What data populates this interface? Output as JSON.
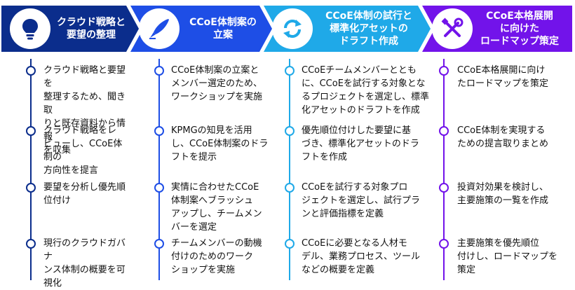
{
  "phases": [
    {
      "title": "クラウド戦略と\n要望の整理",
      "icon": "lightbulb-icon",
      "color": "#0b2d8c",
      "steps": [
        "クラウド戦略と要望を\n整理するため、聞き取\nりと既存資料から情報\nを収集",
        "クラウド戦略をレ\nビューし、CCoE体制の\n方向性を提言",
        "要望を分析し優先順\n位付け",
        "現行のクラウドガバナ\nンス体制の概要を可\n視化"
      ]
    },
    {
      "title": "CCoE体制案の\n立案",
      "icon": "pen-icon",
      "color": "#1e4ee6",
      "steps": [
        "CCoE体制案の立案と\nメンバー選定のため、\nワークショップを実施",
        "KPMGの知見を活用\nし、CCoE体制案のドラ\nフトを提示",
        "実情に合わせたCCoE\n体制案へブラッシュ\nアップし、チームメン\nバーを選定",
        "チームメンバーの動機\n付けのためのワーク\nショップを実施"
      ]
    },
    {
      "title": "CCoE体制の試行と\n標準化アセットの\nドラフト作成",
      "icon": "refresh-icon",
      "color": "#1fa9e8",
      "steps": [
        "CCoEチームメンバーととも\nに、CCoEを試行する対象とな\nるプロジェクトを選定し、標準\n化アセットのドラフトを作成",
        "優先順位付けした要望に基\nづき、標準化アセットのドラ\nフトを作成",
        "CCoEを試行する対象プロ\nジェクトを選定し、試行プラ\nンと評価指標を定義",
        "CCoEに必要となる人材モ\nデル、業務プロセス、ツール\nなどの概要を定義"
      ]
    },
    {
      "title": "CCoE本格展開\nに向けた\nロードマップ策定",
      "icon": "tools-icon",
      "color": "#7213ea",
      "steps": [
        "CCoE本格展開に向け\nたロードマップを策定",
        "CCoE体制を実現する\nための提言取りまとめ",
        "投資対効果を検討し、\n主要施策の一覧を作成",
        "主要施策を優先順位\n付けし、ロードマップを\n策定"
      ]
    }
  ]
}
